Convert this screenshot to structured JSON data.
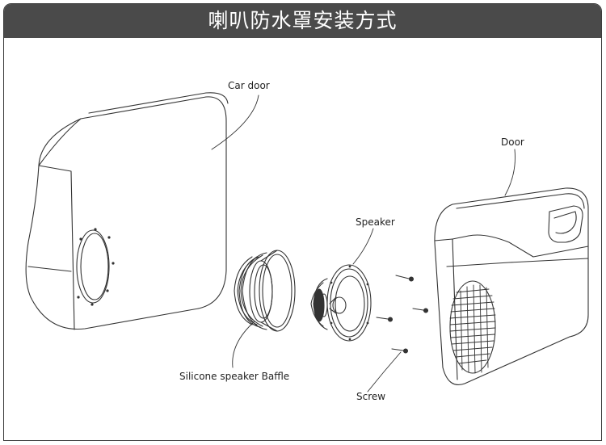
{
  "title": "喇叭防水罩安装方式",
  "labels": {
    "car_door": "Car door",
    "door": "Door",
    "speaker": "Speaker",
    "baffle": "Silicone speaker Baffle",
    "screw": "Screw"
  }
}
